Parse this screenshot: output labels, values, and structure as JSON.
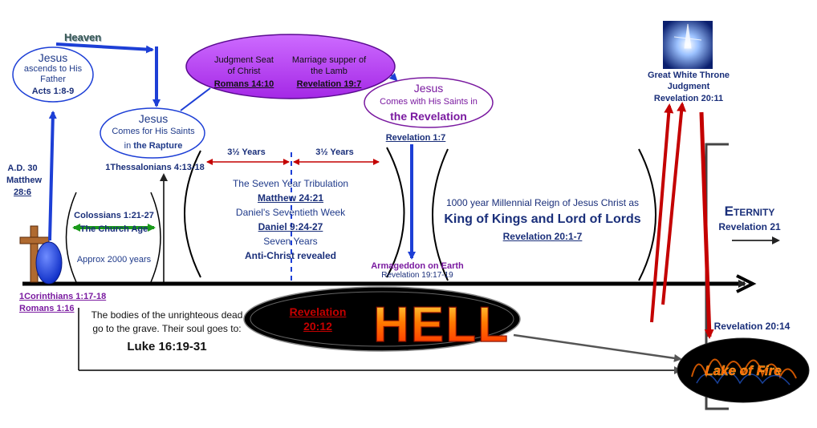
{
  "heaven": "Heaven",
  "ascension": {
    "title": "Jesus",
    "line1": "ascends to His",
    "line2": "Father",
    "ref": "Acts 1:8-9"
  },
  "rapture": {
    "title": "Jesus",
    "line1": "Comes for His Saints",
    "line2_pre": "in ",
    "line2_bold": "the Rapture"
  },
  "judgment_seat": {
    "line1": "Judgment Seat",
    "line2": "of Christ",
    "ref": "Romans 14:10"
  },
  "marriage_supper": {
    "line1": "Marriage supper of",
    "line2": "the Lamb",
    "ref": "Revelation 19:7"
  },
  "second_coming": {
    "title": "Jesus",
    "line1": "Comes with His Saints in",
    "line2": "the Revelation",
    "ref": "Revelation 1:7"
  },
  "great_white_throne": {
    "line1": "Great White Throne",
    "line2": "Judgment",
    "ref": "Revelation 20:11"
  },
  "ad30": {
    "line1": "A.D. 30",
    "line2": "Matthew",
    "line3": "28:6"
  },
  "thessalonians": "1Thessalonians 4:13-18",
  "church_age": {
    "ref": "Colossians 1:21-27",
    "title": "The Church Age",
    "duration": "Approx 2000 years"
  },
  "tribulation": {
    "half1": "3½ Years",
    "half2": "3½ Years",
    "line1": "The Seven Year Tribulation",
    "ref1": "Matthew 24:21",
    "line2": "Daniel's Seventieth Week",
    "ref2": "Daniel 9:24-27",
    "line3": "Seven Years",
    "line4": "Anti-Christ revealed"
  },
  "armageddon": {
    "title": "Armageddon on Earth",
    "ref": "Revelation 19:17-19"
  },
  "millennium": {
    "line1": "1000 year Millennial Reign of Jesus Christ as",
    "title": "King of Kings and Lord of Lords",
    "ref": "Revelation 20:1-7"
  },
  "eternity": {
    "first": "E",
    "rest": "TERNITY",
    "ref": "Revelation 21"
  },
  "cross_refs": {
    "ref1": "1Corinthians 1:17-18",
    "ref2": "Romans 1:16"
  },
  "dead": {
    "line1": "The bodies of the unrighteous dead",
    "line2": "go to the grave. Their soul goes to:",
    "ref": "Luke 16:19-31"
  },
  "hell": {
    "ref_line1": "Revelation",
    "ref_line2": "20:12",
    "word": "HELL"
  },
  "lake_of_fire": {
    "ref": "Revelation 20:14",
    "word": "Lake of Fire"
  },
  "colors": {
    "blue": "#1f3a8a",
    "purple": "#7a1aa0",
    "red": "#c40000",
    "green": "#1a9a1a",
    "ellipse_purple": "#b43cf0"
  }
}
